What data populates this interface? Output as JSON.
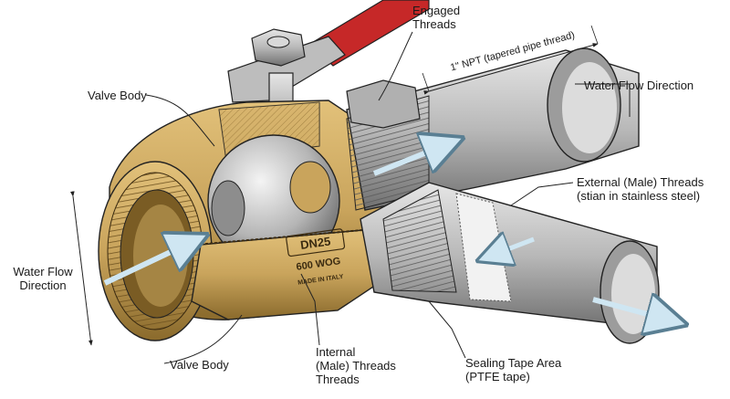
{
  "labels": {
    "valve_body_top": "Valve Body",
    "engaged_threads": [
      "Engaged",
      "Threads"
    ],
    "npt_size": "1\" NPT (tapered pipe thread)",
    "water_flow_direction_right": "Water Flow Direction",
    "external_threads": [
      "External (Male) Threads",
      "(stian in stainless steel)"
    ],
    "water_flow_direction_left": [
      "Water Flow",
      "Direction"
    ],
    "valve_body_bottom": "Valve Body",
    "internal_threads": [
      "Internal",
      "(Male) Threads",
      "Threads"
    ],
    "sealing_tape_area": [
      "Sealing Tape Area",
      "(PTFE tape)"
    ]
  },
  "stamp": {
    "size": "DN25",
    "rating": "600 WOG",
    "origin": "MADE IN ITALY"
  },
  "colors": {
    "brass": "#c9a45c",
    "brass_dark": "#8a6a2c",
    "steel": "#b8b8b8",
    "steel_dark": "#6e6e6e",
    "handle_red": "#c62828",
    "flow_arrow": "#cfe6f2"
  }
}
